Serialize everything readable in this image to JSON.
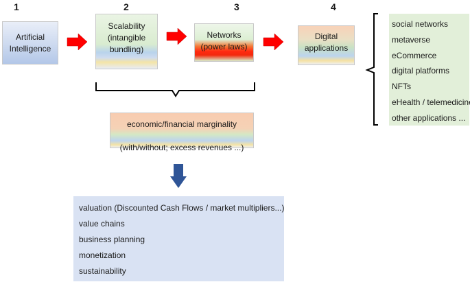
{
  "steps": [
    {
      "number": "1",
      "label": "Artificial\nIntelligence"
    },
    {
      "number": "2",
      "label": "Scalability\n(intangible\nbundling)"
    },
    {
      "number": "3",
      "label": "Networks\n(power laws)"
    },
    {
      "number": "4",
      "label": "Digital\napplications"
    }
  ],
  "applications": [
    "social networks",
    "metaverse",
    "eCommerce",
    "digital platforms",
    "NFTs",
    "eHealth / telemedicine",
    "other applications ..."
  ],
  "marginality": {
    "line1": "economic/financial marginality",
    "line2": "(with/without;  excess revenues ...)"
  },
  "outcomes": [
    "valuation (Discounted Cash Flows / market multipliers...)",
    "value chains",
    "business planning",
    "monetization",
    "sustainability"
  ],
  "colors": {
    "step_arrow": "#ff0000",
    "down_arrow": "#2f5597",
    "applications_bg": "#e2efd9",
    "outcomes_bg": "#d9e2f3"
  }
}
